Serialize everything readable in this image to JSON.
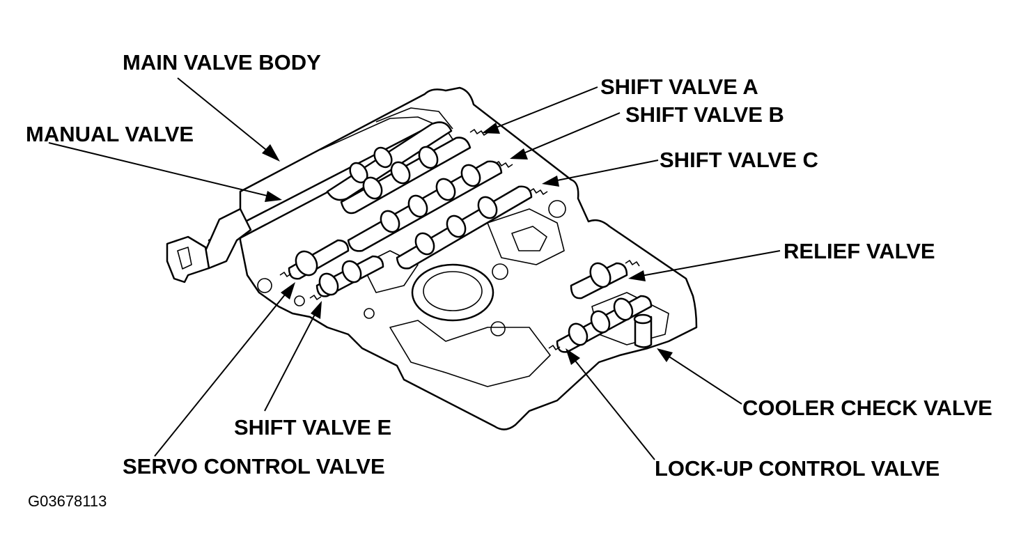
{
  "figure_id": "G03678113",
  "labels": {
    "main_valve_body": "MAIN VALVE BODY",
    "shift_valve_a": "SHIFT VALVE A",
    "shift_valve_b": "SHIFT VALVE B",
    "manual_valve": "MANUAL VALVE",
    "shift_valve_c": "SHIFT VALVE C",
    "relief_valve": "RELIEF VALVE",
    "cooler_check_valve": "COOLER CHECK VALVE",
    "shift_valve_e": "SHIFT VALVE E",
    "servo_control_valve": "SERVO CONTROL VALVE",
    "lock_up_control_valve": "LOCK-UP CONTROL VALVE"
  },
  "colors": {
    "ink": "#000000",
    "paper": "#ffffff"
  }
}
